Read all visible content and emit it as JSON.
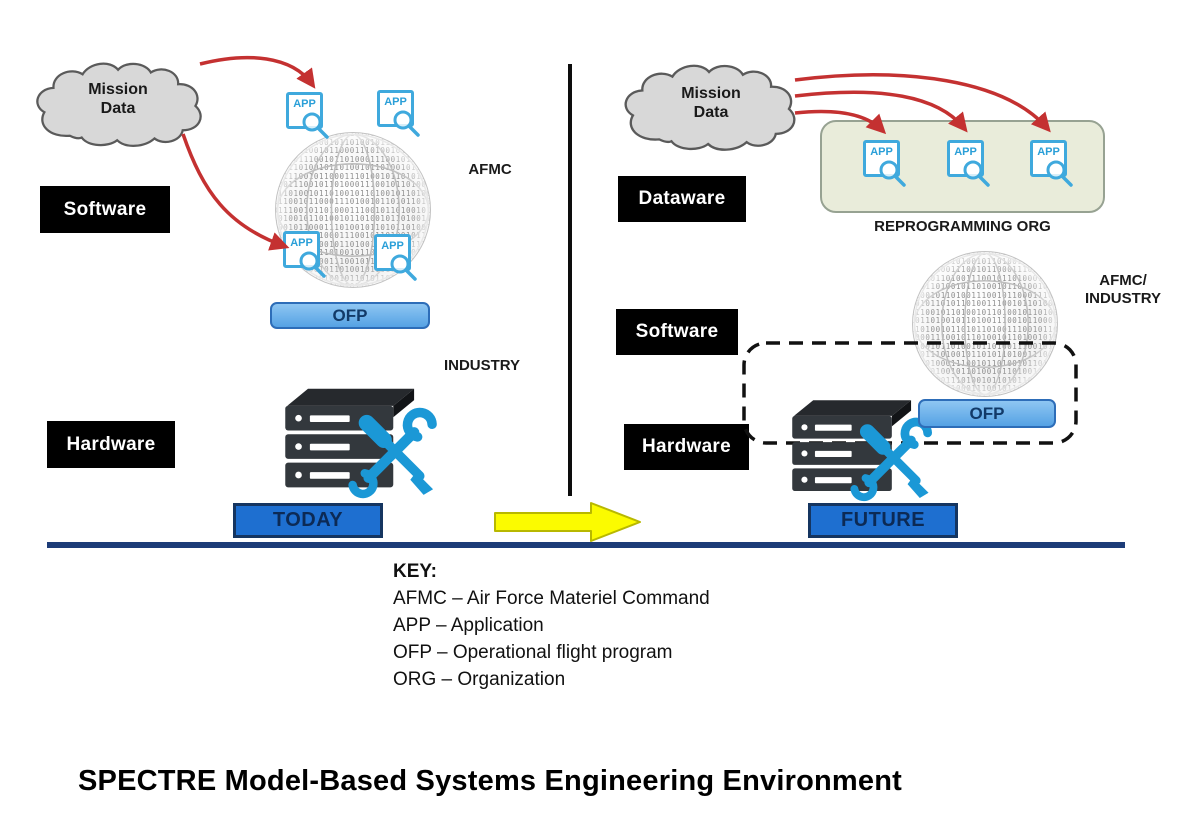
{
  "diagram": {
    "title": "SPECTRE Model-Based Systems Engineering Environment",
    "today": {
      "cloud": {
        "line1": "Mission",
        "line2": "Data"
      },
      "software_label": "Software",
      "hardware_label": "Hardware",
      "afmc_label": "AFMC",
      "industry_label": "INDUSTRY",
      "ofp_label": "OFP",
      "app_label": "APP",
      "stage_label": "TODAY"
    },
    "future": {
      "cloud": {
        "line1": "Mission",
        "line2": "Data"
      },
      "dataware_label": "Dataware",
      "software_label": "Software",
      "hardware_label": "Hardware",
      "reprogramming_label": "REPROGRAMMING ORG",
      "afmc_industry": {
        "line1": "AFMC/",
        "line2": "INDUSTRY"
      },
      "ofp_label": "OFP",
      "app_label": "APP",
      "stage_label": "FUTURE"
    },
    "key": {
      "heading": "KEY:",
      "entries": [
        "AFMC – Air Force Materiel Command",
        "APP – Application",
        "OFP – Operational flight program",
        "ORG – Organization"
      ]
    },
    "globe_texture": "0110100111001011010001110010110100101101001011010010110100101101001110010110001110100101101",
    "colors": {
      "app_blue": "#3fa9dd",
      "stage_blue": "#1e6fd0",
      "ofp_blue": "#55a2e4",
      "baseline_navy": "#1d3c78",
      "arrow_red": "#c43131",
      "reprogramming_bg": "#e9ecda",
      "arrow_yellow": "#fbfb00",
      "tool_blue": "#1b98d6"
    }
  }
}
